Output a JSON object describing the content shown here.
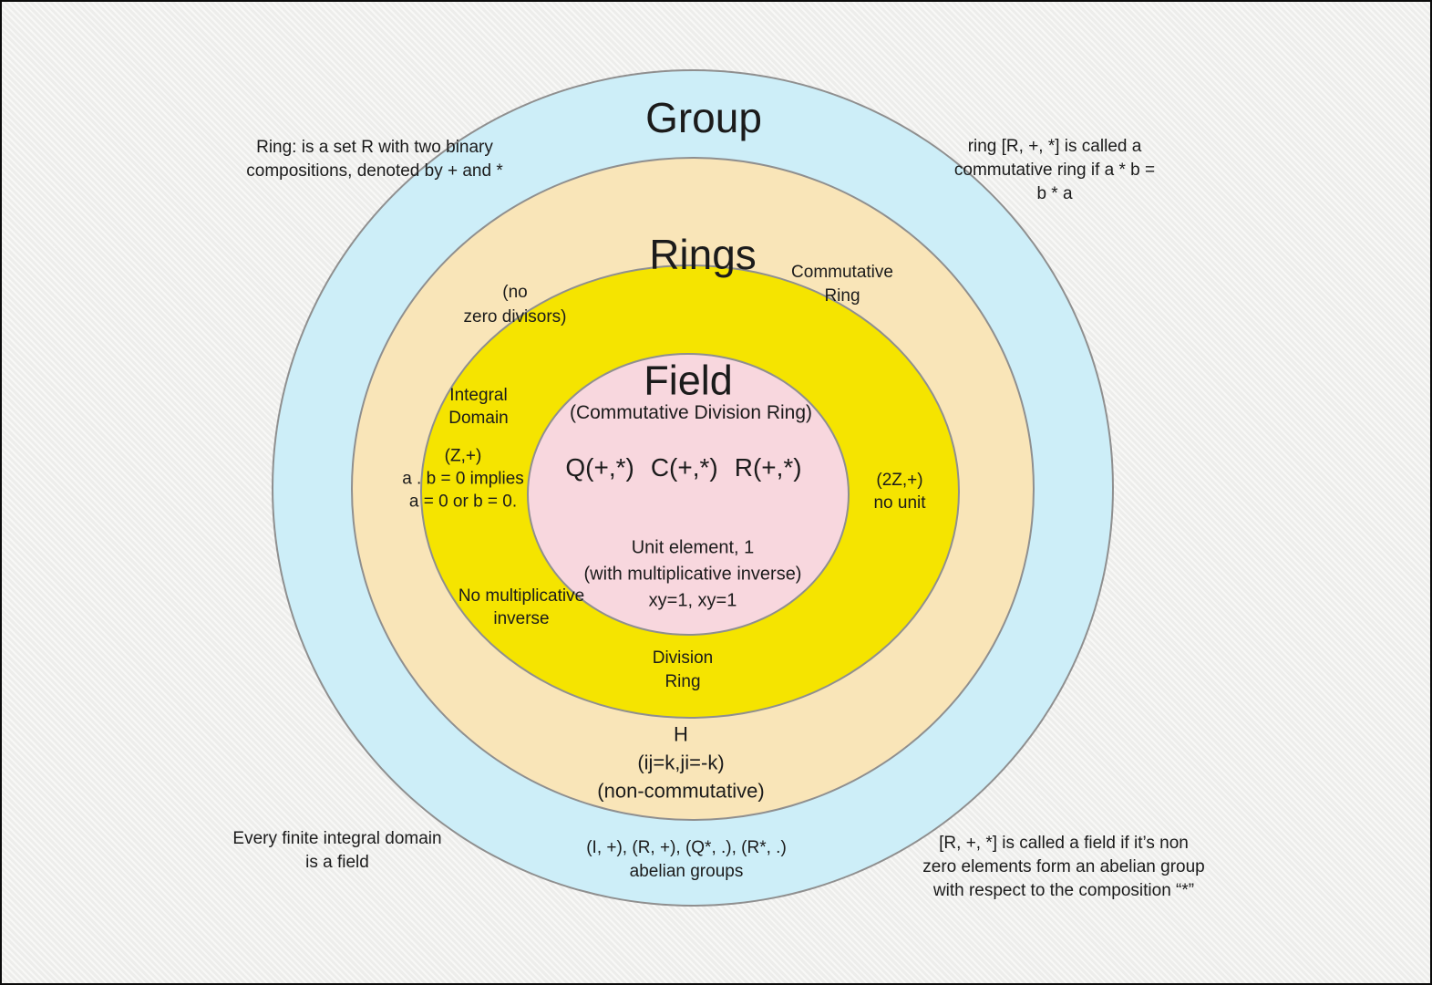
{
  "colors": {
    "background": "#f0f0ee",
    "group_circle": "#cdeef8",
    "rings_circle": "#f9e5b8",
    "inner_ring_circle": "#f5e400",
    "field_circle": "#f8d7de",
    "circle_stroke": "#8f8f8f",
    "text": "#1b1b1b",
    "frame": "#0b0b0b"
  },
  "circles": {
    "group": {
      "title": "Group"
    },
    "rings": {
      "title": "Rings"
    },
    "field": {
      "title": "Field",
      "subtitle": "(Commutative Division Ring)"
    }
  },
  "field_examples": [
    "Q(+,*)",
    "C(+,*)",
    "R(+,*)"
  ],
  "field_unit": [
    "Unit element, 1",
    "(with multiplicative inverse)",
    "xy=1, xy=1"
  ],
  "labels": {
    "commutative_ring": [
      "Commutative",
      "Ring"
    ],
    "no_zero_divisors": [
      "(no",
      "zero divisors)"
    ],
    "integral_domain": [
      "Integral",
      "Domain"
    ],
    "z_example": [
      "(Z,+)",
      "a . b = 0 implies",
      "a = 0 or b = 0."
    ],
    "two_z_example": [
      "(2Z,+)",
      "no unit"
    ],
    "no_mult_inverse": [
      "No multiplicative",
      "inverse"
    ],
    "division_ring": [
      "Division",
      "Ring"
    ],
    "quaternions": [
      "H",
      "(ij=k,ji=-k)",
      "(non-commutative)"
    ]
  },
  "notes": {
    "top_left": [
      "Ring: is a set R with two binary",
      "compositions, denoted by + and *"
    ],
    "top_right": [
      "ring [R, +, *] is called a",
      "commutative ring if a * b =",
      "b * a"
    ],
    "bottom_left": [
      "Every finite integral domain",
      "is a field"
    ],
    "bottom_center": [
      "(I, +), (R, +), (Q*, .), (R*, .)",
      "abelian groups"
    ],
    "bottom_right": [
      "[R, +, *] is called a field if it’s non",
      "zero elements form an abelian group",
      "with respect to the composition “*”"
    ]
  }
}
